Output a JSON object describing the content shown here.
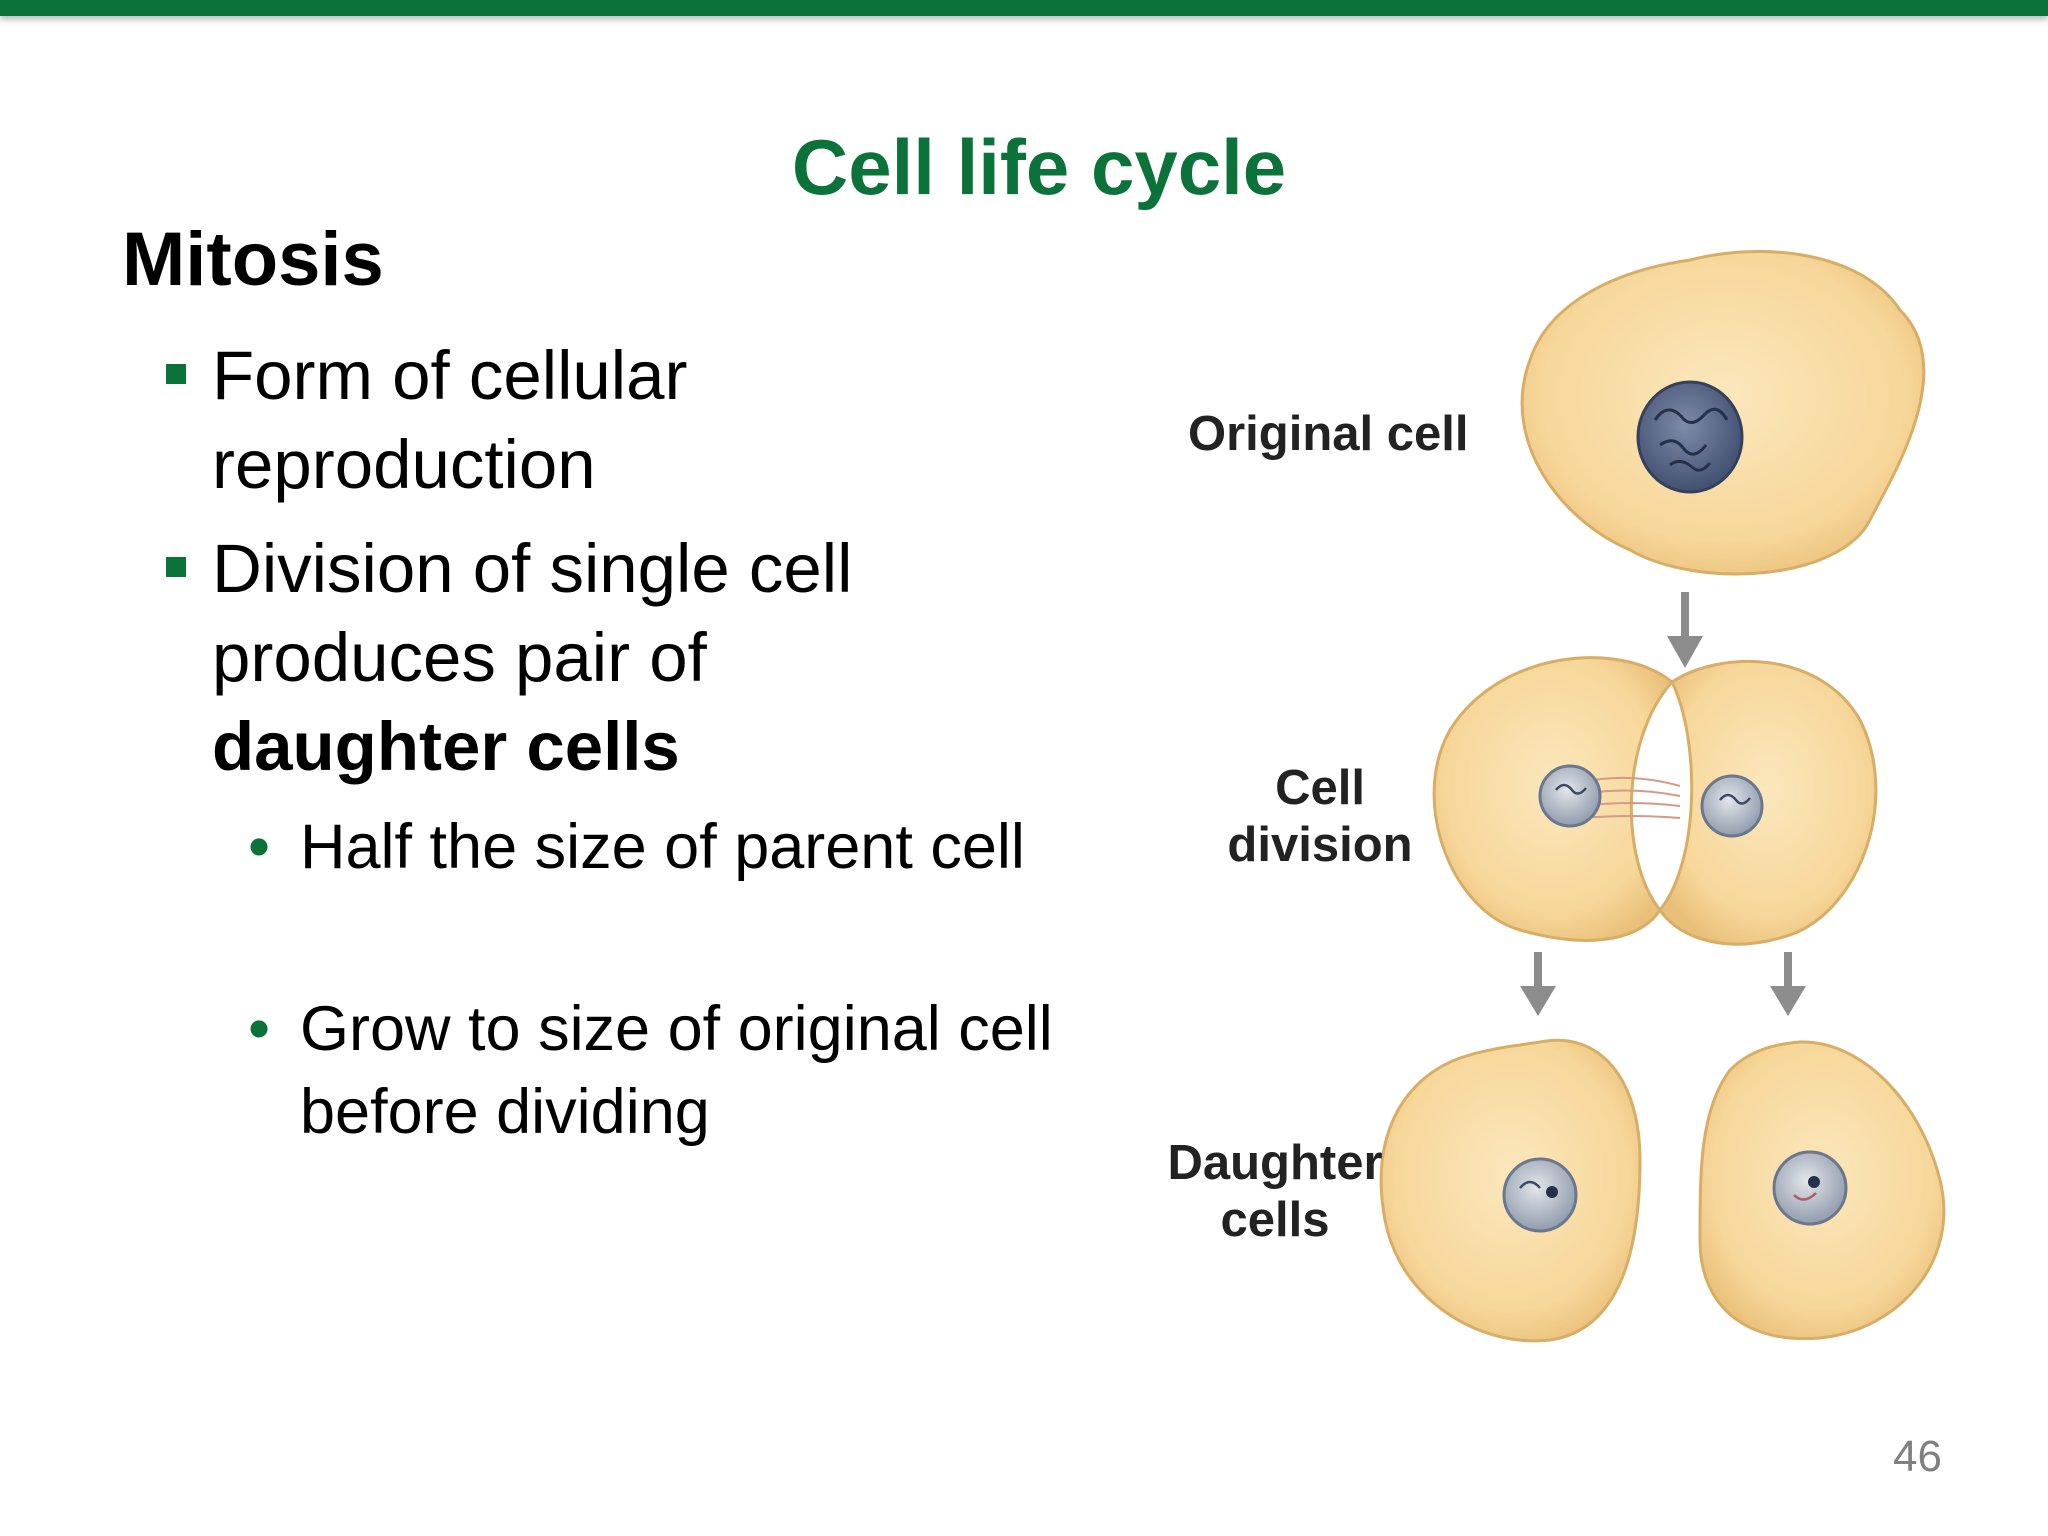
{
  "title": "Cell life cycle",
  "heading": "Mitosis",
  "bullets": [
    {
      "text": "Form of cellular reproduction"
    },
    {
      "text": "Division of single cell produces pair of",
      "bold_text": "daughter cells"
    }
  ],
  "sub_bullets": [
    {
      "text": "Half the size of parent cell"
    },
    {
      "text": "Grow to size of original cell before dividing"
    }
  ],
  "diagram": {
    "original_label": "Original cell",
    "division_label_line1": "Cell",
    "division_label_line2": "division",
    "daughter_label_line1": "Daughter",
    "daughter_label_line2": "cells"
  },
  "page_number": "46",
  "colors": {
    "accent": "#0b7339",
    "cell_fill": "#f7d79a",
    "nucleus": "#4f5f80"
  }
}
